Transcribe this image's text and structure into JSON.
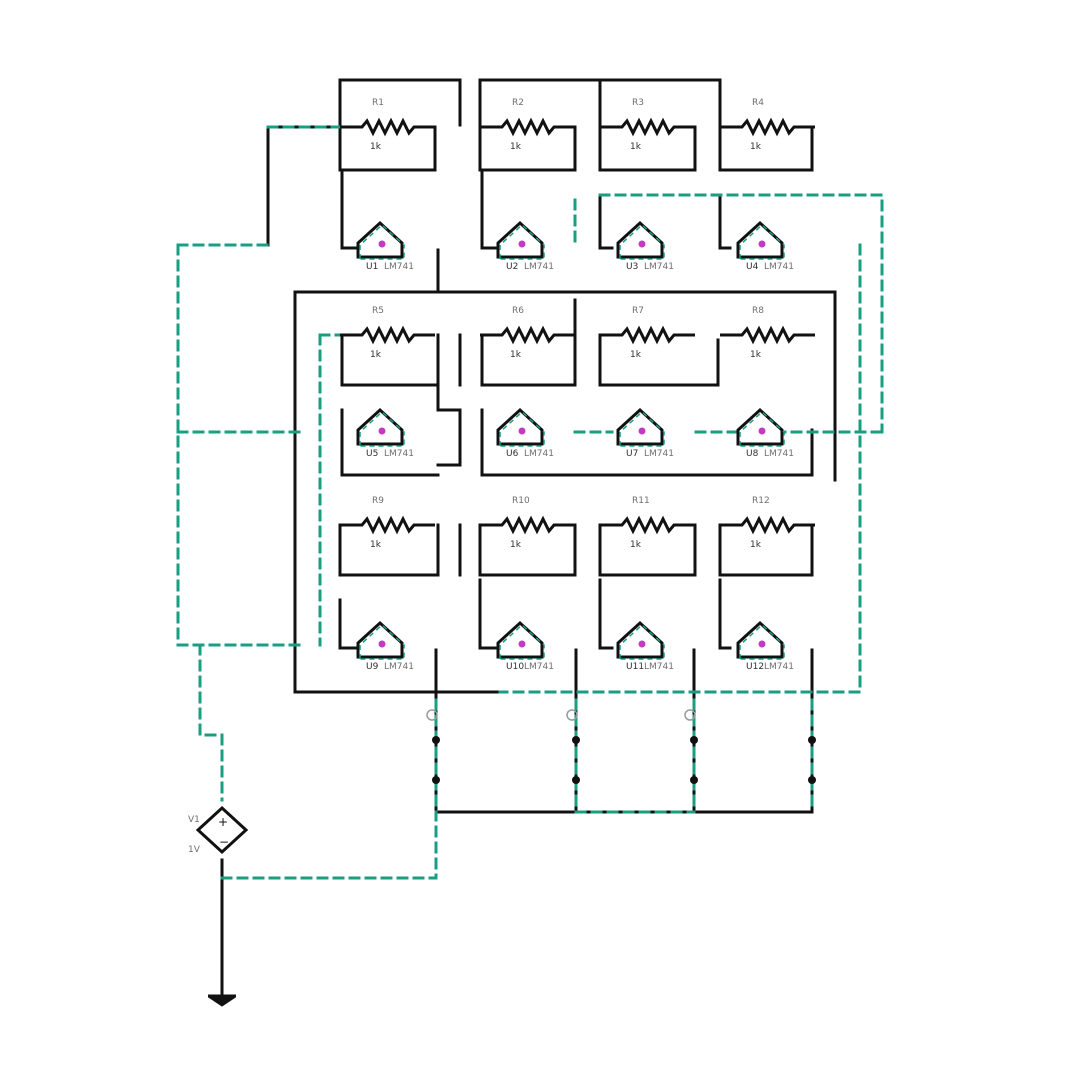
{
  "colors": {
    "wire": "#111111",
    "net": "#1a9e82",
    "accent": "#c23bc2",
    "label": "#7a7a7a",
    "background": "#ffffff"
  },
  "cells": [
    {
      "id": "cell-1-1",
      "resistor_name": "R1",
      "resistor_value": "1k",
      "amp_name": "U1",
      "amp_value": "LM741"
    },
    {
      "id": "cell-1-2",
      "resistor_name": "R2",
      "resistor_value": "1k",
      "amp_name": "U2",
      "amp_value": "LM741"
    },
    {
      "id": "cell-1-3",
      "resistor_name": "R3",
      "resistor_value": "1k",
      "amp_name": "U3",
      "amp_value": "LM741"
    },
    {
      "id": "cell-1-4",
      "resistor_name": "R4",
      "resistor_value": "1k",
      "amp_name": "U4",
      "amp_value": "LM741"
    },
    {
      "id": "cell-2-1",
      "resistor_name": "R5",
      "resistor_value": "1k",
      "amp_name": "U5",
      "amp_value": "LM741"
    },
    {
      "id": "cell-2-2",
      "resistor_name": "R6",
      "resistor_value": "1k",
      "amp_name": "U6",
      "amp_value": "LM741"
    },
    {
      "id": "cell-2-3",
      "resistor_name": "R7",
      "resistor_value": "1k",
      "amp_name": "U7",
      "amp_value": "LM741"
    },
    {
      "id": "cell-2-4",
      "resistor_name": "R8",
      "resistor_value": "1k",
      "amp_name": "U8",
      "amp_value": "LM741"
    },
    {
      "id": "cell-3-1",
      "resistor_name": "R9",
      "resistor_value": "1k",
      "amp_name": "U9",
      "amp_value": "LM741"
    },
    {
      "id": "cell-3-2",
      "resistor_name": "R10",
      "resistor_value": "1k",
      "amp_name": "U10",
      "amp_value": "LM741"
    },
    {
      "id": "cell-3-3",
      "resistor_name": "R11",
      "resistor_value": "1k",
      "amp_name": "U11",
      "amp_value": "LM741"
    },
    {
      "id": "cell-3-4",
      "resistor_name": "R12",
      "resistor_value": "1k",
      "amp_name": "U12",
      "amp_value": "LM741"
    }
  ],
  "source": {
    "name": "V1",
    "value": "1V"
  },
  "ground": {
    "icon": "ground-icon"
  }
}
